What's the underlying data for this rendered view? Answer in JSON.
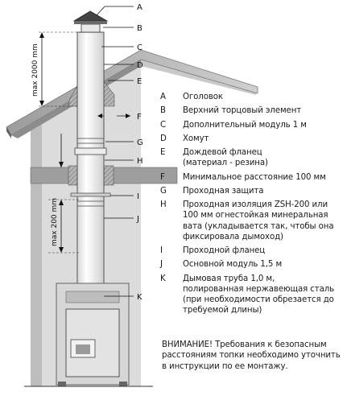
{
  "dimensions": {
    "top": "max 2000 mm",
    "bottom": "max 200 mm"
  },
  "callouts": [
    "A",
    "B",
    "C",
    "D",
    "E",
    "F",
    "G",
    "H",
    "I",
    "J",
    "K"
  ],
  "legend": [
    {
      "letter": "A",
      "text": "Оголовок"
    },
    {
      "letter": "B",
      "text": "Верхний торцовый элемент"
    },
    {
      "letter": "C",
      "text": "Дополнительный модуль 1 м"
    },
    {
      "letter": "D",
      "text": "Хомут"
    },
    {
      "letter": "E",
      "text": "Дождевой фланец\n(материал - резина)"
    },
    {
      "letter": "F",
      "text": "Минимальное расстояние 100 мм"
    },
    {
      "letter": "G",
      "text": "Проходная защита"
    },
    {
      "letter": "H",
      "text": "Проходная изоляция ZSH-200 или\n100 мм огнестойкая минеральная\nвата (укладывается так, чтобы она\nфиксировала дымоход)"
    },
    {
      "letter": "I",
      "text": "Проходной фланец"
    },
    {
      "letter": "J",
      "text": "Основной модуль 1,5 м"
    },
    {
      "letter": "K",
      "text": "Дымовая труба 1,0 м,\nполированная нержавеющая сталь\n(при необходимости обрезается до\nтребуемой длины)"
    }
  ],
  "warning": "ВНИМАНИЕ! Требования к безопасным расстояниям топки необходимо уточнить в инструкции по ее монтажу.",
  "colors": {
    "wall": "#d9d9d9",
    "roof_dark": "#6e6e6e",
    "roof_light": "#c8c8c8",
    "insulation": "#9a9a9a",
    "pipe": "#f2f2f2",
    "outline": "#3a3a3a"
  }
}
